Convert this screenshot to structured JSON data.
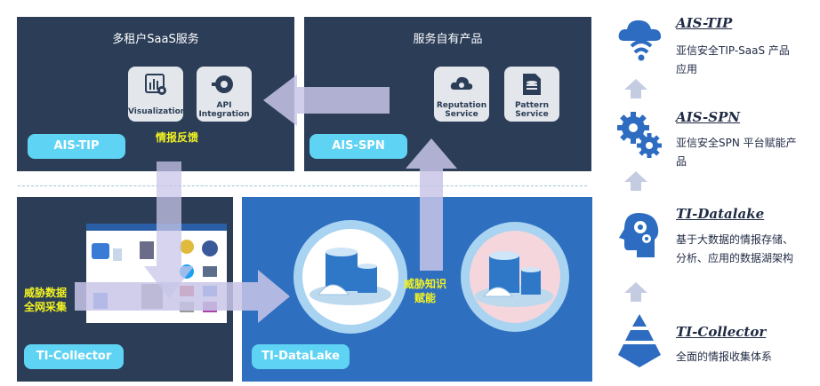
{
  "tip_panel": {
    "title": "多租户SaaS服务",
    "pill": "AIS-TIP",
    "tiles": [
      "Visualization",
      "API Integration"
    ],
    "feedback_label": "情报反馈"
  },
  "spn_panel": {
    "title": "服务自有产品",
    "pill": "AIS-SPN",
    "tiles": [
      "Reputation Service",
      "Pattern Service"
    ]
  },
  "collector_panel": {
    "pill": "TI-Collector",
    "label_line1": "威胁数据",
    "label_line2": "全网采集"
  },
  "datalake_panel": {
    "pill": "TI-DataLake",
    "label_line1": "威胁知识",
    "label_line2": "赋能"
  },
  "legend": [
    {
      "title": "AIS-TIP",
      "desc": [
        "亚信安全TIP-SaaS 产品",
        "应用"
      ],
      "icon": "cloud-wifi-icon"
    },
    {
      "title": "AIS-SPN",
      "desc": [
        "亚信安全SPN 平台赋能产",
        "品"
      ],
      "icon": "gears-icon"
    },
    {
      "title": "TI-Datalake",
      "desc": [
        "基于大数据的情报存储、",
        "分析、应用的数据湖架构"
      ],
      "icon": "head-gears-icon"
    },
    {
      "title": "TI-Collector",
      "desc": [
        "全面的情报收集体系"
      ],
      "icon": "pyramid-icon"
    }
  ],
  "colors": {
    "dark_panel": "#2b3d57",
    "blue_panel": "#2f6fc0",
    "pill": "#5fd3f3",
    "highlight_text": "#f3f321"
  }
}
